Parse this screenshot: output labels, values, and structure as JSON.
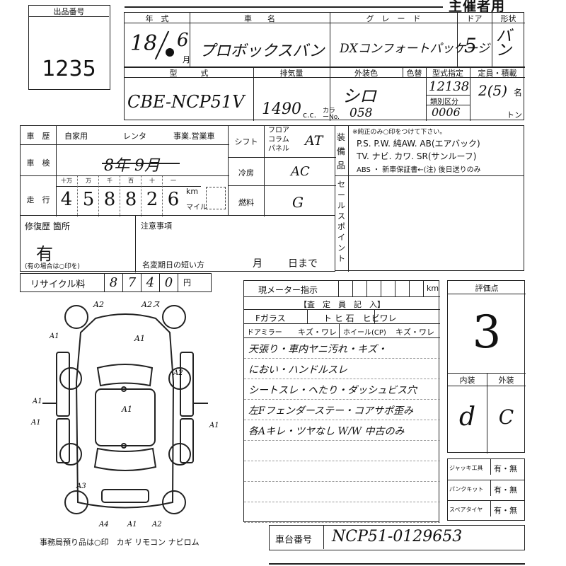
{
  "header": {
    "title_right": "主催者用"
  },
  "lot": {
    "label": "出品番号",
    "number": "1235"
  },
  "top_table": {
    "year_label": "年　式",
    "car_name_label": "車　　名",
    "grade_label": "グ　レ　ー　ド",
    "door_label": "ドア",
    "body_label": "形状",
    "year_value": "18",
    "month_value": "6",
    "month_unit": "月",
    "car_name_value": "プロボックスバン",
    "grade_value": "DXコンフォートパッケージ",
    "door_value": "5",
    "body_value": "バン",
    "type_label": "型　　　式",
    "displacement_label": "排気量",
    "exterior_color_label": "外装色",
    "color_change_label": "色替",
    "type_designation_label": "型式指定",
    "capacity_label": "定員・積載",
    "type_value": "CBE-NCP51V",
    "displacement_value": "1490",
    "displacement_unit": "c.c.",
    "color_value": "シロ",
    "color_no_label": "カラーNo.",
    "color_no_value": "058",
    "type_designation_value": "12138",
    "category_label": "類別区分",
    "category_value": "0006",
    "capacity_value": "2(5)",
    "capacity_unit": "名",
    "load_unit": "トン"
  },
  "history": {
    "label": "車　歴",
    "private": "自家用",
    "rental": "レンタ",
    "business": "事業.営業車",
    "inspection_label": "車　検",
    "inspection_value": "8年 9月",
    "mileage_label": "走　行",
    "digit_units": [
      "十万",
      "万",
      "千",
      "百",
      "十",
      "一"
    ],
    "mileage_digits": [
      "4",
      "5",
      "8",
      "8",
      "2",
      "6"
    ],
    "km_label": "km",
    "mile_label": "マイル"
  },
  "mid": {
    "shift_label": "シフト",
    "shift_opts": [
      "フロア",
      "コラム",
      "パネル"
    ],
    "shift_value": "AT",
    "ac_label": "冷房",
    "ac_value": "AC",
    "fuel_label": "燃料",
    "fuel_value": "G"
  },
  "equipment": {
    "label": "装備品",
    "note": "※純正のみ○印をつけて下さい。",
    "row1": "P.S. P.W. 純AW. AB(エアバック)",
    "row2": "TV. ナビ. カワ. SR(サンルーフ)",
    "row3": "ABS ・ 新車保証書←(注) 後日送りのみ"
  },
  "sales_point": {
    "label": "セールスポイント"
  },
  "repair": {
    "label": "修復歴 箇所",
    "value": "有",
    "note": "(有の場合は○印を)"
  },
  "caution": {
    "label": "注意事項",
    "name_change_label": "名変期日の短い方",
    "month_unit": "月",
    "day_unit": "日まで"
  },
  "recycle": {
    "label": "リサイクル料",
    "digits": [
      "8",
      "7",
      "4",
      "0"
    ],
    "unit": "円"
  },
  "inspector": {
    "meter_label": "現メーター指示",
    "km": "km",
    "header": "【査　定　員　記　入】",
    "glass_label": "Fガラス",
    "glass_opts": "ト ヒ 石　ヒビワレ",
    "mirror_label": "ドアミラー",
    "mirror_opts": "キズ・ワレ",
    "wheel_label": "ホイール(CP)",
    "wheel_opts": "キズ・ワレ",
    "notes": [
      "天張り・車内ヤニ汚れ・キズ・",
      "におい・ハンドルスレ",
      "シートスレ・ヘたり・ダッシュビス穴",
      "左Fフェンダーステー・コアサポ歪み",
      "各Aキレ・ツヤなし W/W 中古のみ"
    ]
  },
  "rating": {
    "label": "評価点",
    "score": "3",
    "interior_label": "内装",
    "exterior_label": "外装",
    "interior": "d",
    "exterior": "C"
  },
  "accessories": [
    {
      "label": "ジャッキ工具",
      "value": "有・無"
    },
    {
      "label": "パンクキット",
      "value": "有・無"
    },
    {
      "label": "スペアタイヤ",
      "value": "有・無"
    }
  ],
  "diagram": {
    "marks": [
      "A2",
      "A2ス",
      "A1",
      "A1",
      "A1",
      "A1",
      "A1",
      "A1",
      "A2",
      "A3",
      "A4",
      "A1",
      "A2"
    ],
    "footer": "事務局預り品は○印　カギ リモコン ナビロム"
  },
  "chassis": {
    "label": "車台番号",
    "value": "NCP51-0129653"
  }
}
